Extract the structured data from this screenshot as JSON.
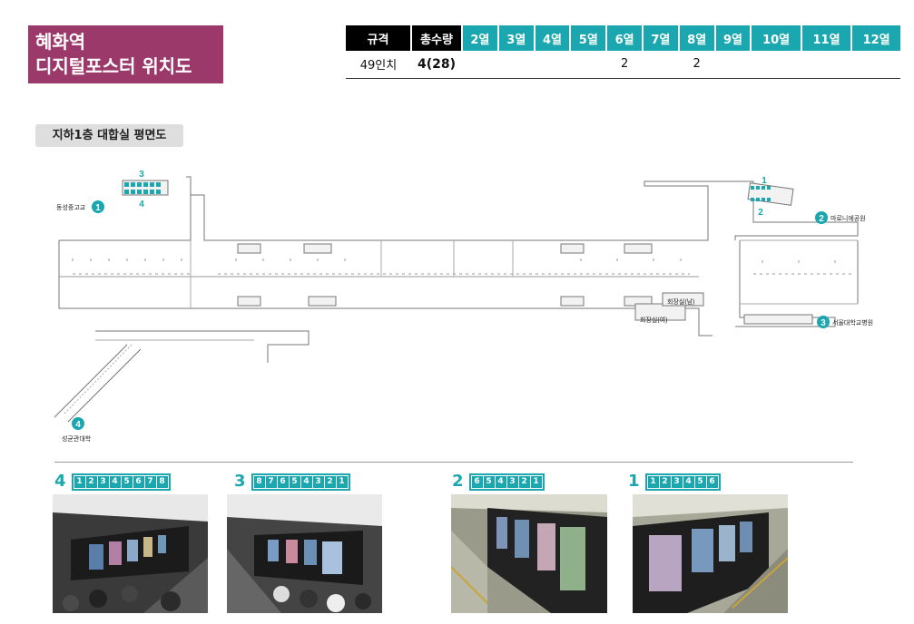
{
  "title": {
    "line1": "혜화역",
    "line2": "디지털포스터 위치도"
  },
  "spec_table": {
    "headers": [
      "규격",
      "총수량",
      "2열",
      "3열",
      "4열",
      "5열",
      "6열",
      "7열",
      "8열",
      "9열",
      "10열",
      "11열",
      "12열"
    ],
    "row": [
      "49인치",
      "4(28)",
      "",
      "",
      "",
      "",
      "2",
      "",
      "2",
      "",
      "",
      "",
      ""
    ]
  },
  "floor_label": "지하1층 대합실 평면도",
  "map_labels": {
    "exit1": "동성중고교",
    "exit2": "마로니에공원",
    "exit3": "서울대학교병원",
    "exit4": "성균관대학",
    "room1": "회장실(남)",
    "room2": "회장실(여)",
    "n1": "1",
    "n2": "2",
    "n3": "3",
    "n4": "4",
    "s3": "3",
    "s4": "4",
    "s1": "1",
    "s2": "2"
  },
  "photos": [
    {
      "num": "4",
      "seq": [
        "1",
        "2",
        "3",
        "4",
        "5",
        "6",
        "7",
        "8"
      ]
    },
    {
      "num": "3",
      "seq": [
        "8",
        "7",
        "6",
        "5",
        "4",
        "3",
        "2",
        "1"
      ]
    },
    {
      "num": "2",
      "seq": [
        "6",
        "5",
        "4",
        "3",
        "2",
        "1"
      ]
    },
    {
      "num": "1",
      "seq": [
        "1",
        "2",
        "3",
        "4",
        "5",
        "6"
      ]
    }
  ],
  "colors": {
    "title_bg": "#9b3a6a",
    "accent": "#1aa7b0",
    "header_dark": "#000000"
  }
}
